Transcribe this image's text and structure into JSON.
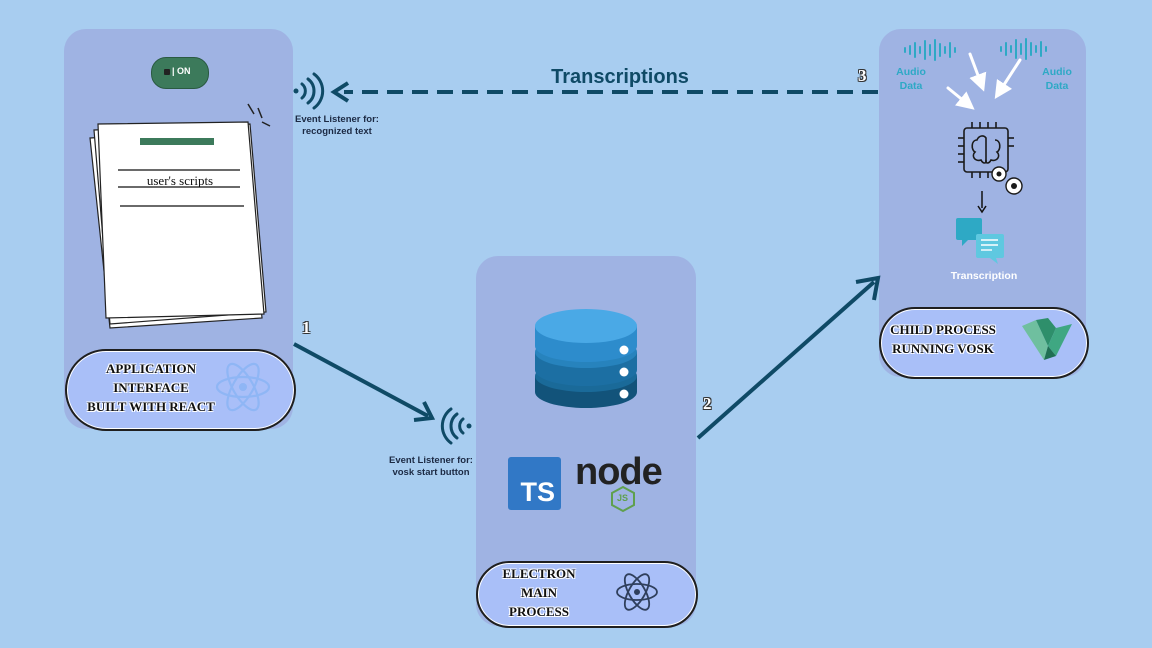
{
  "toggle": {
    "label": "| ON"
  },
  "app_panel": {
    "doc_text": "user's scripts",
    "pill_lines": [
      "APPLICATION",
      "INTERFACE",
      "BUILT WITH REACT"
    ]
  },
  "electron_panel": {
    "ts_label": "TS",
    "node_label": "node",
    "js_label": "JS",
    "pill_lines": [
      "ELECTRON",
      "MAIN",
      "PROCESS"
    ]
  },
  "vosk_panel": {
    "audio_label_left": [
      "Audio",
      "Data"
    ],
    "audio_label_right": [
      "Audio",
      "Data"
    ],
    "transcription_label": "Transcription",
    "pill_lines": [
      "CHILD PROCESS",
      "RUNNING VOSK"
    ]
  },
  "arrows": {
    "top_label": "Transcriptions",
    "step1": "1",
    "step2": "2",
    "step3": "3"
  },
  "listeners": {
    "top": [
      "Event Listener for:",
      "recognized text"
    ],
    "bottom": [
      "Event Listener for:",
      "vosk start button"
    ]
  },
  "colors": {
    "background": "#a8cdf0",
    "panel": "#9fb3e3",
    "arrow": "#0f4a66",
    "toggle": "#3c7a5b",
    "ts_blue": "#3178c6",
    "db_blue": "#1a5f8f",
    "teal": "#2ea9c5"
  }
}
